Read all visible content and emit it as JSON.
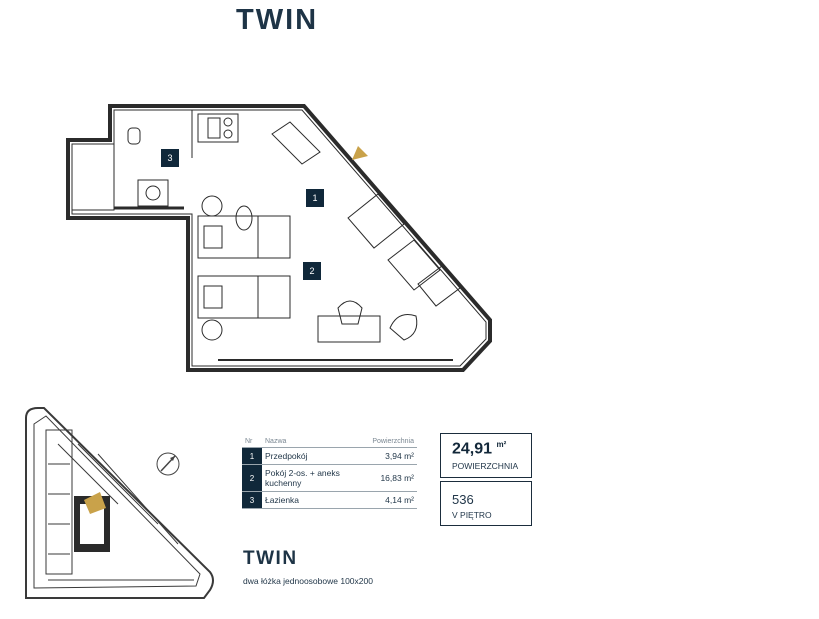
{
  "header": {
    "title": "TWIN"
  },
  "plan": {
    "rooms": [
      {
        "number": "1"
      },
      {
        "number": "2"
      },
      {
        "number": "3"
      }
    ],
    "entrance_marker_color": "#c9a24a"
  },
  "table": {
    "headers": {
      "nr": "Nr",
      "name": "Nazwa",
      "area": "Powierzchnia"
    },
    "rows": [
      {
        "nr": "1",
        "name": "Przedpokój",
        "area": "3,94 m²"
      },
      {
        "nr": "2",
        "name": "Pokój 2-os. + aneks kuchenny",
        "area": "16,83 m²"
      },
      {
        "nr": "3",
        "name": "Łazienka",
        "area": "4,14 m²"
      }
    ]
  },
  "summary": {
    "area_value": "24,91",
    "area_unit": "m²",
    "area_label": "POWIERZCHNIA",
    "unit_number": "536",
    "floor_label": "V PIĘTRO"
  },
  "footer": {
    "title": "TWIN",
    "subtitle": "dwa łóżka jednoosobowe 100x200"
  },
  "colors": {
    "navy": "#10283a",
    "gold": "#c9a24a"
  }
}
